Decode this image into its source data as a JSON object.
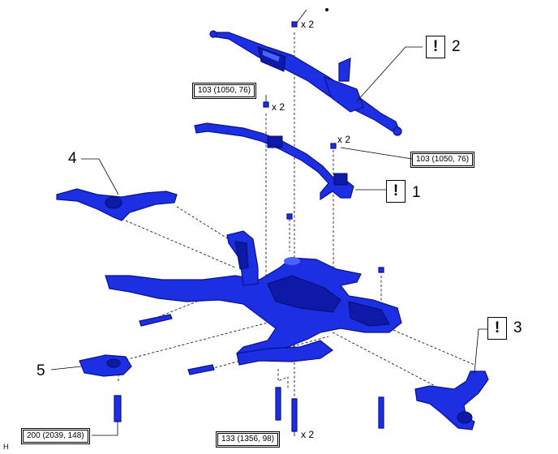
{
  "figure_code": "H",
  "callouts": {
    "c1": {
      "number": "1",
      "flag": "!"
    },
    "c2": {
      "number": "2",
      "flag": "!"
    },
    "c3": {
      "number": "3",
      "flag": "!"
    },
    "c4": {
      "number": "4"
    },
    "c5": {
      "number": "5"
    }
  },
  "quantities": {
    "top_bolt": "x 2",
    "left_bolt": "x 2",
    "right_bolt": "x 2",
    "bottom_bolt": "x 2"
  },
  "torques": {
    "upper_left": "103 (1050, 76)",
    "right": "103 (1050, 76)",
    "bottom_left": "200 (2039, 148)",
    "bottom_center": "133 (1356, 98)"
  },
  "colors": {
    "part_fill": "#1d2fe3",
    "part_dark": "#0d1aa8",
    "line": "#000000"
  }
}
